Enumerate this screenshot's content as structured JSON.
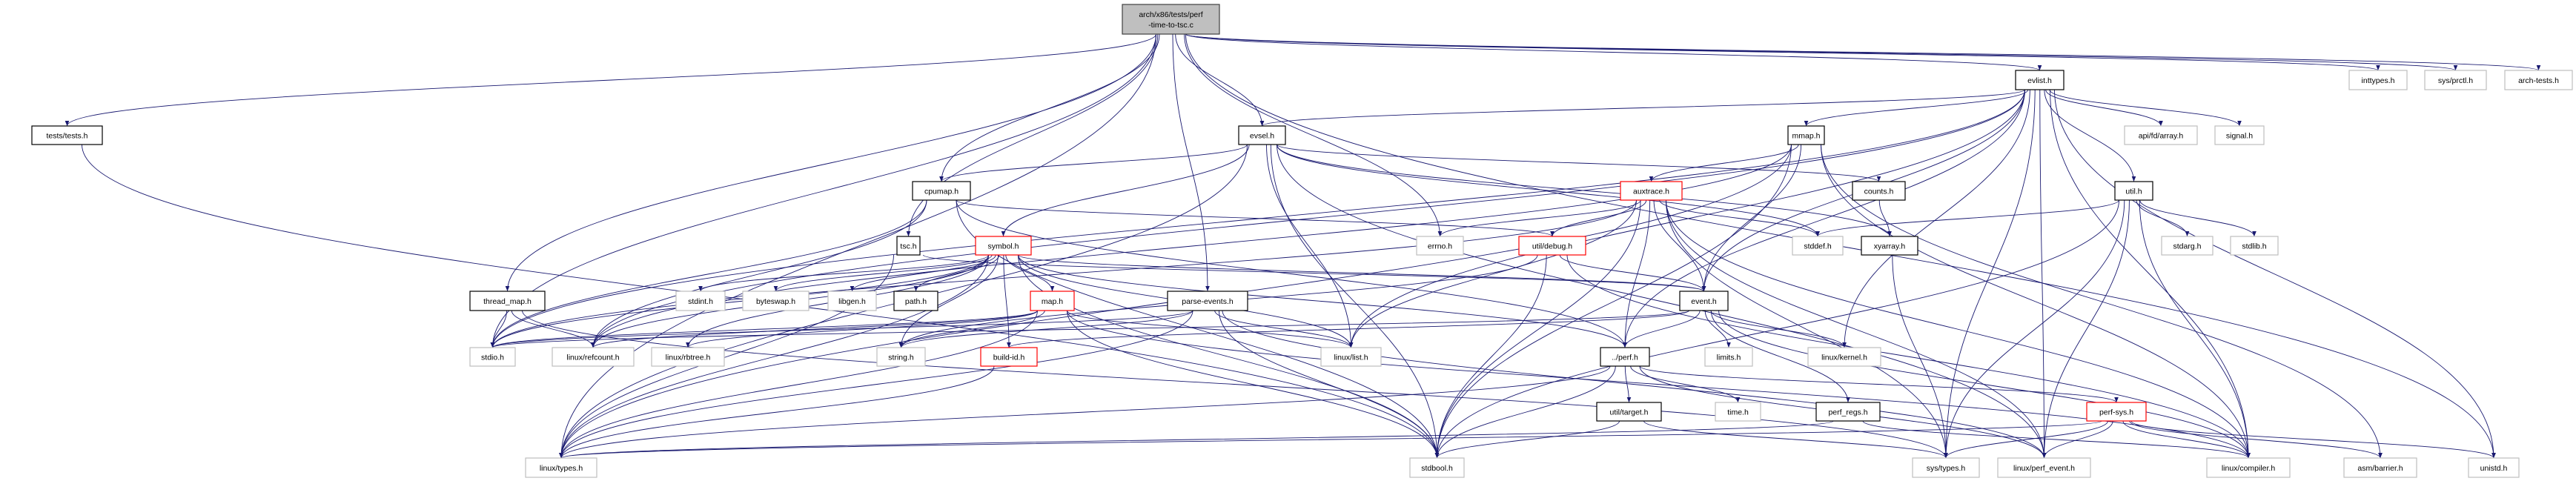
{
  "graph": {
    "edge_color": "#191970",
    "style_colors": {
      "root": {
        "fill": "#bfbfbf",
        "stroke": "#404040"
      },
      "documented": {
        "fill": "#ffffff",
        "stroke": "#000000"
      },
      "external": {
        "fill": "#ffffff",
        "stroke": "#bfbfbf"
      },
      "truncated": {
        "fill": "#ffffff",
        "stroke": "#ff0000"
      }
    },
    "nodes": [
      {
        "id": "root",
        "lines": [
          "arch/x86/tests/perf",
          "-time-to-tsc.c"
        ],
        "style": "root"
      },
      {
        "id": "tests",
        "lines": [
          "tests/tests.h"
        ],
        "style": "documented"
      },
      {
        "id": "thread_map",
        "lines": [
          "thread_map.h"
        ],
        "style": "documented"
      },
      {
        "id": "stdio",
        "lines": [
          "stdio.h"
        ],
        "style": "external"
      },
      {
        "id": "refcount",
        "lines": [
          "linux/refcount.h"
        ],
        "style": "external"
      },
      {
        "id": "rbtree",
        "lines": [
          "linux/rbtree.h"
        ],
        "style": "external"
      },
      {
        "id": "ltypes",
        "lines": [
          "linux/types.h"
        ],
        "style": "external"
      },
      {
        "id": "stdint",
        "lines": [
          "stdint.h"
        ],
        "style": "external"
      },
      {
        "id": "byteswap",
        "lines": [
          "byteswap.h"
        ],
        "style": "external"
      },
      {
        "id": "libgen",
        "lines": [
          "libgen.h"
        ],
        "style": "external"
      },
      {
        "id": "evsel",
        "lines": [
          "evsel.h"
        ],
        "style": "documented"
      },
      {
        "id": "cpumap",
        "lines": [
          "cpumap.h"
        ],
        "style": "documented"
      },
      {
        "id": "tsc",
        "lines": [
          "tsc.h"
        ],
        "style": "documented"
      },
      {
        "id": "symbol",
        "lines": [
          "symbol.h"
        ],
        "style": "truncated"
      },
      {
        "id": "path",
        "lines": [
          "path.h"
        ],
        "style": "documented"
      },
      {
        "id": "map",
        "lines": [
          "map.h"
        ],
        "style": "truncated"
      },
      {
        "id": "parse_events",
        "lines": [
          "parse-events.h"
        ],
        "style": "documented"
      },
      {
        "id": "string",
        "lines": [
          "string.h"
        ],
        "style": "external"
      },
      {
        "id": "build_id",
        "lines": [
          "build-id.h"
        ],
        "style": "truncated"
      },
      {
        "id": "llist",
        "lines": [
          "linux/list.h"
        ],
        "style": "external"
      },
      {
        "id": "errno",
        "lines": [
          "errno.h"
        ],
        "style": "external"
      },
      {
        "id": "debug",
        "lines": [
          "util/debug.h"
        ],
        "style": "truncated"
      },
      {
        "id": "auxtrace",
        "lines": [
          "auxtrace.h"
        ],
        "style": "truncated"
      },
      {
        "id": "event",
        "lines": [
          "event.h"
        ],
        "style": "documented"
      },
      {
        "id": "perf",
        "lines": [
          "../perf.h"
        ],
        "style": "documented"
      },
      {
        "id": "limits",
        "lines": [
          "limits.h"
        ],
        "style": "external"
      },
      {
        "id": "target",
        "lines": [
          "util/target.h"
        ],
        "style": "documented"
      },
      {
        "id": "time",
        "lines": [
          "time.h"
        ],
        "style": "external"
      },
      {
        "id": "stdbool",
        "lines": [
          "stdbool.h"
        ],
        "style": "external"
      },
      {
        "id": "mmap",
        "lines": [
          "mmap.h"
        ],
        "style": "documented"
      },
      {
        "id": "evlist",
        "lines": [
          "evlist.h"
        ],
        "style": "documented"
      },
      {
        "id": "inttypes",
        "lines": [
          "inttypes.h"
        ],
        "style": "external"
      },
      {
        "id": "prctl",
        "lines": [
          "sys/prctl.h"
        ],
        "style": "external"
      },
      {
        "id": "arch_tests",
        "lines": [
          "arch-tests.h"
        ],
        "style": "external"
      },
      {
        "id": "fdarray",
        "lines": [
          "api/fd/array.h"
        ],
        "style": "external"
      },
      {
        "id": "signal",
        "lines": [
          "signal.h"
        ],
        "style": "external"
      },
      {
        "id": "counts",
        "lines": [
          "counts.h"
        ],
        "style": "documented"
      },
      {
        "id": "util",
        "lines": [
          "util.h"
        ],
        "style": "documented"
      },
      {
        "id": "stddef",
        "lines": [
          "stddef.h"
        ],
        "style": "external"
      },
      {
        "id": "xyarray",
        "lines": [
          "xyarray.h"
        ],
        "style": "documented"
      },
      {
        "id": "stdarg",
        "lines": [
          "stdarg.h"
        ],
        "style": "external"
      },
      {
        "id": "stdlib",
        "lines": [
          "stdlib.h"
        ],
        "style": "external"
      },
      {
        "id": "lkernel",
        "lines": [
          "linux/kernel.h"
        ],
        "style": "external"
      },
      {
        "id": "perf_regs",
        "lines": [
          "perf_regs.h"
        ],
        "style": "documented"
      },
      {
        "id": "perf_sys",
        "lines": [
          "perf-sys.h"
        ],
        "style": "truncated"
      },
      {
        "id": "systypes",
        "lines": [
          "sys/types.h"
        ],
        "style": "external"
      },
      {
        "id": "perf_event",
        "lines": [
          "linux/perf_event.h"
        ],
        "style": "external"
      },
      {
        "id": "compiler",
        "lines": [
          "linux/compiler.h"
        ],
        "style": "external"
      },
      {
        "id": "barrier",
        "lines": [
          "asm/barrier.h"
        ],
        "style": "external"
      },
      {
        "id": "unistd",
        "lines": [
          "unistd.h"
        ],
        "style": "external"
      }
    ],
    "edges": [
      [
        "root",
        "tests"
      ],
      [
        "root",
        "ltypes"
      ],
      [
        "root",
        "stdio"
      ],
      [
        "root",
        "cpumap"
      ],
      [
        "root",
        "tsc"
      ],
      [
        "root",
        "thread_map"
      ],
      [
        "root",
        "parse_events"
      ],
      [
        "root",
        "evsel"
      ],
      [
        "root",
        "errno"
      ],
      [
        "root",
        "evlist"
      ],
      [
        "root",
        "inttypes"
      ],
      [
        "root",
        "prctl"
      ],
      [
        "root",
        "arch_tests"
      ],
      [
        "root",
        "unistd"
      ],
      [
        "tests",
        "stdbool"
      ],
      [
        "thread_map",
        "stdio"
      ],
      [
        "thread_map",
        "refcount"
      ],
      [
        "thread_map",
        "systypes"
      ],
      [
        "evlist",
        "mmap"
      ],
      [
        "evlist",
        "evsel"
      ],
      [
        "evlist",
        "fdarray"
      ],
      [
        "evlist",
        "signal"
      ],
      [
        "evlist",
        "util"
      ],
      [
        "evlist",
        "stdio"
      ],
      [
        "evlist",
        "refcount"
      ],
      [
        "evlist",
        "llist"
      ],
      [
        "evlist",
        "event"
      ],
      [
        "evlist",
        "perf"
      ],
      [
        "evlist",
        "lkernel"
      ],
      [
        "evlist",
        "compiler"
      ],
      [
        "evlist",
        "unistd"
      ],
      [
        "evlist",
        "systypes"
      ],
      [
        "evlist",
        "perf_event"
      ],
      [
        "evsel",
        "cpumap"
      ],
      [
        "evsel",
        "symbol"
      ],
      [
        "evsel",
        "counts"
      ],
      [
        "evsel",
        "xyarray"
      ],
      [
        "evsel",
        "stddef"
      ],
      [
        "evsel",
        "llist"
      ],
      [
        "evsel",
        "stdbool"
      ],
      [
        "evsel",
        "ltypes"
      ],
      [
        "evsel",
        "perf_event"
      ],
      [
        "mmap",
        "auxtrace"
      ],
      [
        "mmap",
        "event"
      ],
      [
        "mmap",
        "refcount"
      ],
      [
        "mmap",
        "compiler"
      ],
      [
        "mmap",
        "barrier"
      ],
      [
        "mmap",
        "stdbool"
      ],
      [
        "mmap",
        "ltypes"
      ],
      [
        "cpumap",
        "stdio"
      ],
      [
        "cpumap",
        "stdbool"
      ],
      [
        "cpumap",
        "refcount"
      ],
      [
        "cpumap",
        "perf"
      ],
      [
        "cpumap",
        "debug"
      ],
      [
        "tsc",
        "ltypes"
      ],
      [
        "tsc",
        "event"
      ],
      [
        "symbol",
        "ltypes"
      ],
      [
        "symbol",
        "stdbool"
      ],
      [
        "symbol",
        "stdint"
      ],
      [
        "symbol",
        "llist"
      ],
      [
        "symbol",
        "rbtree"
      ],
      [
        "symbol",
        "stdio"
      ],
      [
        "symbol",
        "byteswap"
      ],
      [
        "symbol",
        "libgen"
      ],
      [
        "symbol",
        "path"
      ],
      [
        "symbol",
        "map"
      ],
      [
        "symbol",
        "event"
      ],
      [
        "symbol",
        "build_id"
      ],
      [
        "symbol",
        "refcount"
      ],
      [
        "symbol",
        "string"
      ],
      [
        "symbol",
        "perf"
      ],
      [
        "map",
        "compiler"
      ],
      [
        "map",
        "refcount"
      ],
      [
        "map",
        "rbtree"
      ],
      [
        "map",
        "stdio"
      ],
      [
        "map",
        "stdbool"
      ],
      [
        "map",
        "ltypes"
      ],
      [
        "map",
        "string"
      ],
      [
        "map",
        "llist"
      ],
      [
        "parse_events",
        "llist"
      ],
      [
        "parse_events",
        "stdbool"
      ],
      [
        "parse_events",
        "ltypes"
      ],
      [
        "parse_events",
        "perf_event"
      ],
      [
        "parse_events",
        "string"
      ],
      [
        "parse_events",
        "stdio"
      ],
      [
        "auxtrace",
        "errno"
      ],
      [
        "auxtrace",
        "debug"
      ],
      [
        "auxtrace",
        "event"
      ],
      [
        "auxtrace",
        "perf"
      ],
      [
        "auxtrace",
        "stdbool"
      ],
      [
        "auxtrace",
        "stddef"
      ],
      [
        "auxtrace",
        "llist"
      ],
      [
        "auxtrace",
        "perf_event"
      ],
      [
        "auxtrace",
        "systypes"
      ],
      [
        "auxtrace",
        "compiler"
      ],
      [
        "auxtrace",
        "stdio"
      ],
      [
        "debug",
        "event"
      ],
      [
        "debug",
        "stdbool"
      ],
      [
        "debug",
        "compiler"
      ],
      [
        "debug",
        "string"
      ],
      [
        "event",
        "limits"
      ],
      [
        "event",
        "stdio"
      ],
      [
        "event",
        "lkernel"
      ],
      [
        "event",
        "perf"
      ],
      [
        "event",
        "perf_regs"
      ],
      [
        "event",
        "build_id"
      ],
      [
        "event",
        "compiler"
      ],
      [
        "perf",
        "target"
      ],
      [
        "perf",
        "time"
      ],
      [
        "perf",
        "stdbool"
      ],
      [
        "perf",
        "ltypes"
      ],
      [
        "perf",
        "perf_event"
      ],
      [
        "perf",
        "perf_sys"
      ],
      [
        "target",
        "stdbool"
      ],
      [
        "target",
        "systypes"
      ],
      [
        "perf_regs",
        "ltypes"
      ],
      [
        "perf_regs",
        "compiler"
      ],
      [
        "perf_sys",
        "unistd"
      ],
      [
        "perf_sys",
        "systypes"
      ],
      [
        "perf_sys",
        "ltypes"
      ],
      [
        "perf_sys",
        "compiler"
      ],
      [
        "perf_sys",
        "perf_event"
      ],
      [
        "perf_sys",
        "barrier"
      ],
      [
        "build_id",
        "ltypes"
      ],
      [
        "counts",
        "xyarray"
      ],
      [
        "xyarray",
        "systypes"
      ],
      [
        "util",
        "stddef"
      ],
      [
        "util",
        "stdarg"
      ],
      [
        "util",
        "stdlib"
      ],
      [
        "util",
        "compiler"
      ],
      [
        "util",
        "systypes"
      ],
      [
        "util",
        "stdbool"
      ],
      [
        "util",
        "perf_event"
      ]
    ]
  }
}
